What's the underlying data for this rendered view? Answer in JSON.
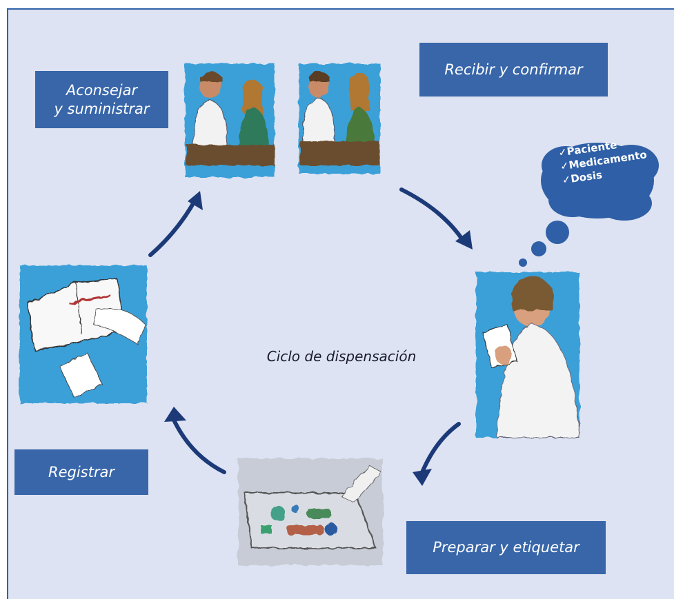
{
  "diagram": {
    "title": "Ciclo de dispensación",
    "steps": {
      "aconsejar": "Aconsejar\ny suministrar",
      "recibir": "Recibir y confirmar",
      "preparar": "Preparar  y etiquetar",
      "registrar": "Registrar"
    },
    "checklist": [
      "✓Paciente",
      "✓Medicamento",
      "✓Dosis"
    ],
    "colors": {
      "box": "#3866a9",
      "arrow": "#1c3a78",
      "background": "#dde3f2",
      "cloud": "#2f5fa6"
    },
    "illustrations": {
      "counseling": "pharmacist-patient-icon",
      "reviewing": "pharmacist-reading-prescription-icon",
      "preparing": "medication-tray-icon",
      "recording": "writing-record-icon"
    }
  }
}
